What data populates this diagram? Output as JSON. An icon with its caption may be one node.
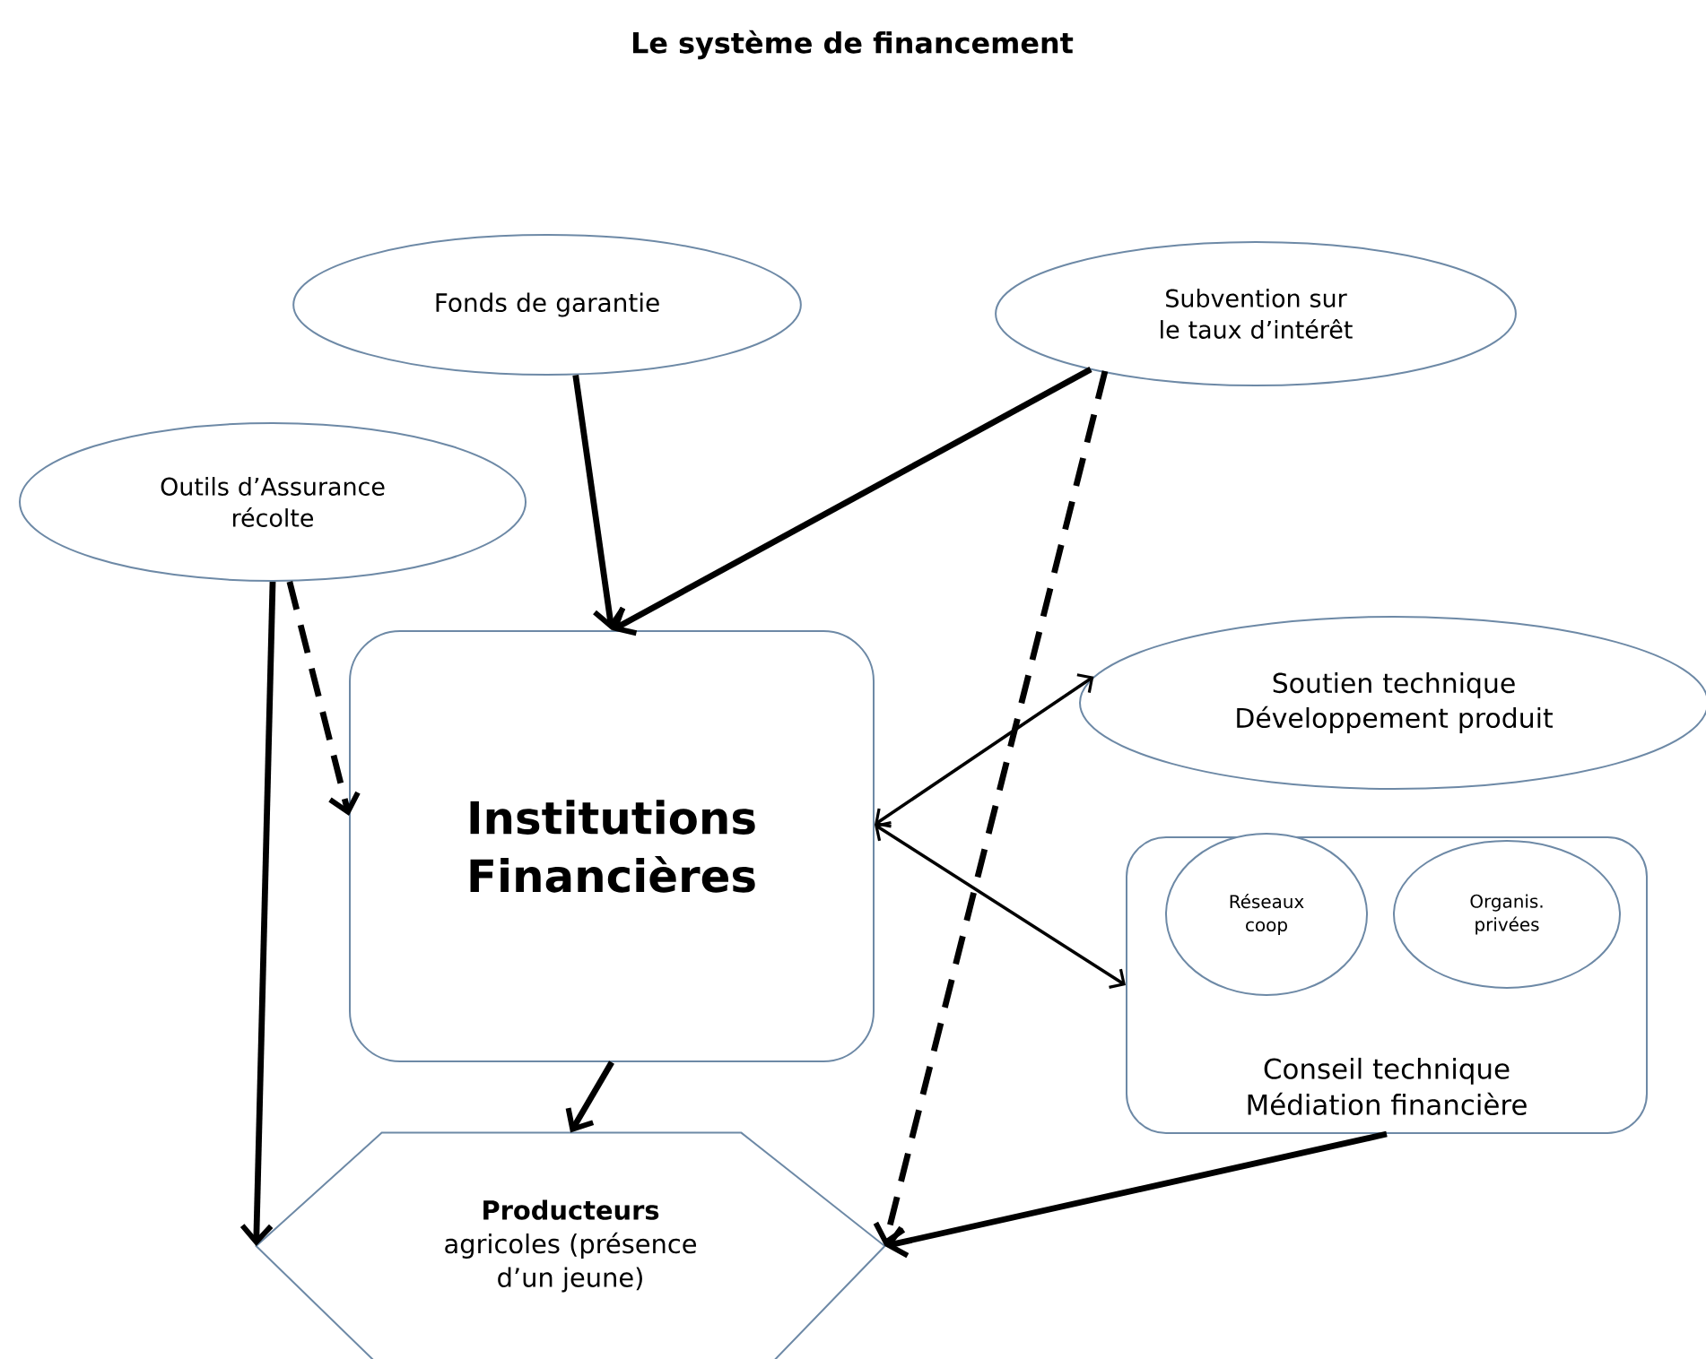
{
  "diagram": {
    "title": "Le système de financement",
    "nodes": [
      {
        "text": [
          "Fonds de garantie"
        ]
      },
      {
        "text": [
          "Subvention sur le taux d’intérêt"
        ]
      },
      {
        "text": [
          "Outils d’Assurance récolte"
        ]
      },
      {
        "text": [
          "Institutions Financières"
        ]
      },
      {
        "text": [
          "Soutien technique Développement produit"
        ]
      },
      {
        "text": [
          "Conseil technique Médiation financière"
        ]
      },
      {
        "text": [
          "Réseaux coop"
        ],
        "in": 5
      },
      {
        "text": [
          "Organis. privées"
        ],
        "in": 5
      },
      {
        "text": [
          "**Producteurs** agricoles (présence d’un jeune)"
        ]
      }
    ],
    "edges": [
      {
        "from": 0,
        "to": 3,
        "arrow": "to"
      },
      {
        "from": 1,
        "to": 3,
        "arrow": "to"
      },
      {
        "from": 1,
        "to": 8,
        "arrow": "to",
        "style": "dashed"
      },
      {
        "from": 2,
        "to": 8,
        "arrow": "to"
      },
      {
        "from": 2,
        "to": 3,
        "arrow": "to",
        "style": "dashed"
      },
      {
        "from": 3,
        "to": 4,
        "arrow": "both"
      },
      {
        "from": 3,
        "to": 5,
        "arrow": "both"
      },
      {
        "from": 3,
        "to": 8,
        "arrow": "to"
      },
      {
        "from": 5,
        "to": 8,
        "arrow": "to"
      }
    ]
  }
}
